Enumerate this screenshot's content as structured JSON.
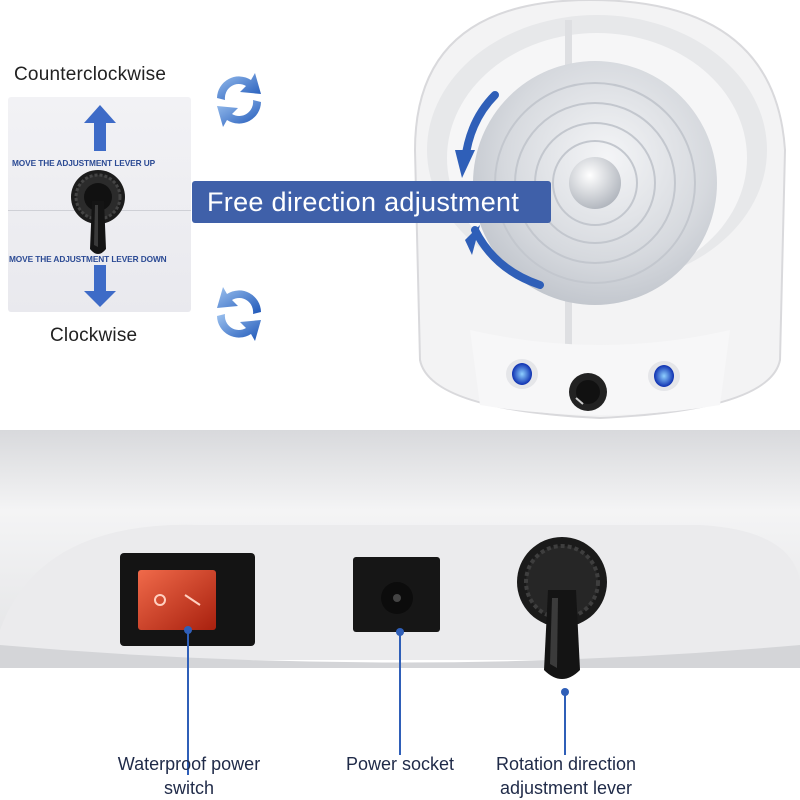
{
  "top": {
    "counterclockwise_label": "Counterclockwise",
    "clockwise_label": "Clockwise",
    "move_up_label": "MOVE THE ADJUSTMENT LEVER UP",
    "move_down_label": "MOVE THE ADJUSTMENT LEVER DOWN",
    "banner": "Free direction adjustment"
  },
  "bottom": {
    "power_switch_line1": "Waterproof power",
    "power_switch_line2": "switch",
    "power_socket": "Power socket",
    "lever_line1": "Rotation direction",
    "lever_line2": "adjustment lever"
  },
  "colors": {
    "accent_blue": "#3f60a9",
    "arrow_blue": "#2f5fb8",
    "switch_red": "#c8321c"
  },
  "icons": [
    "rotate-counterclockwise-icon",
    "rotate-clockwise-icon",
    "arrow-up-icon",
    "arrow-down-icon"
  ]
}
